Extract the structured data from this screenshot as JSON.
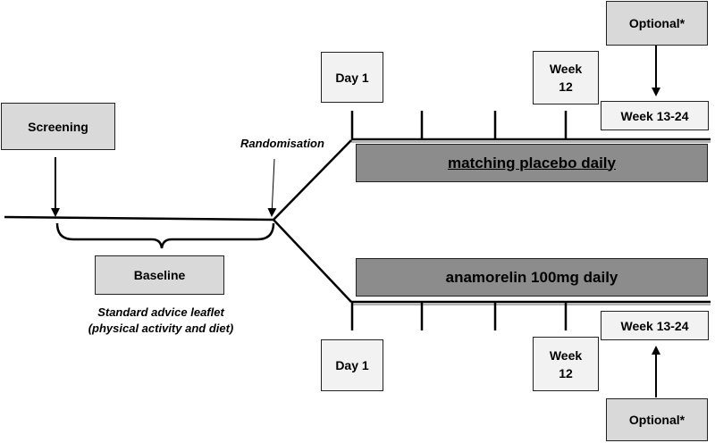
{
  "diagram": {
    "screening": "Screening",
    "baseline": "Baseline",
    "randomisation": "Randomisation",
    "advice_line1": "Standard advice leaflet",
    "advice_line2": "(physical activity and diet)",
    "placebo_arm": {
      "label": "matching placebo daily",
      "day1": "Day 1",
      "week12_line1": "Week",
      "week12_line2": "12",
      "week13_24": "Week 13-24",
      "optional": "Optional*"
    },
    "anamorelin_arm": {
      "label": "anamorelin 100mg daily",
      "day1": "Day 1",
      "week12_line1": "Week",
      "week12_line2": "12",
      "week13_24": "Week 13-24",
      "optional": "Optional*"
    }
  }
}
